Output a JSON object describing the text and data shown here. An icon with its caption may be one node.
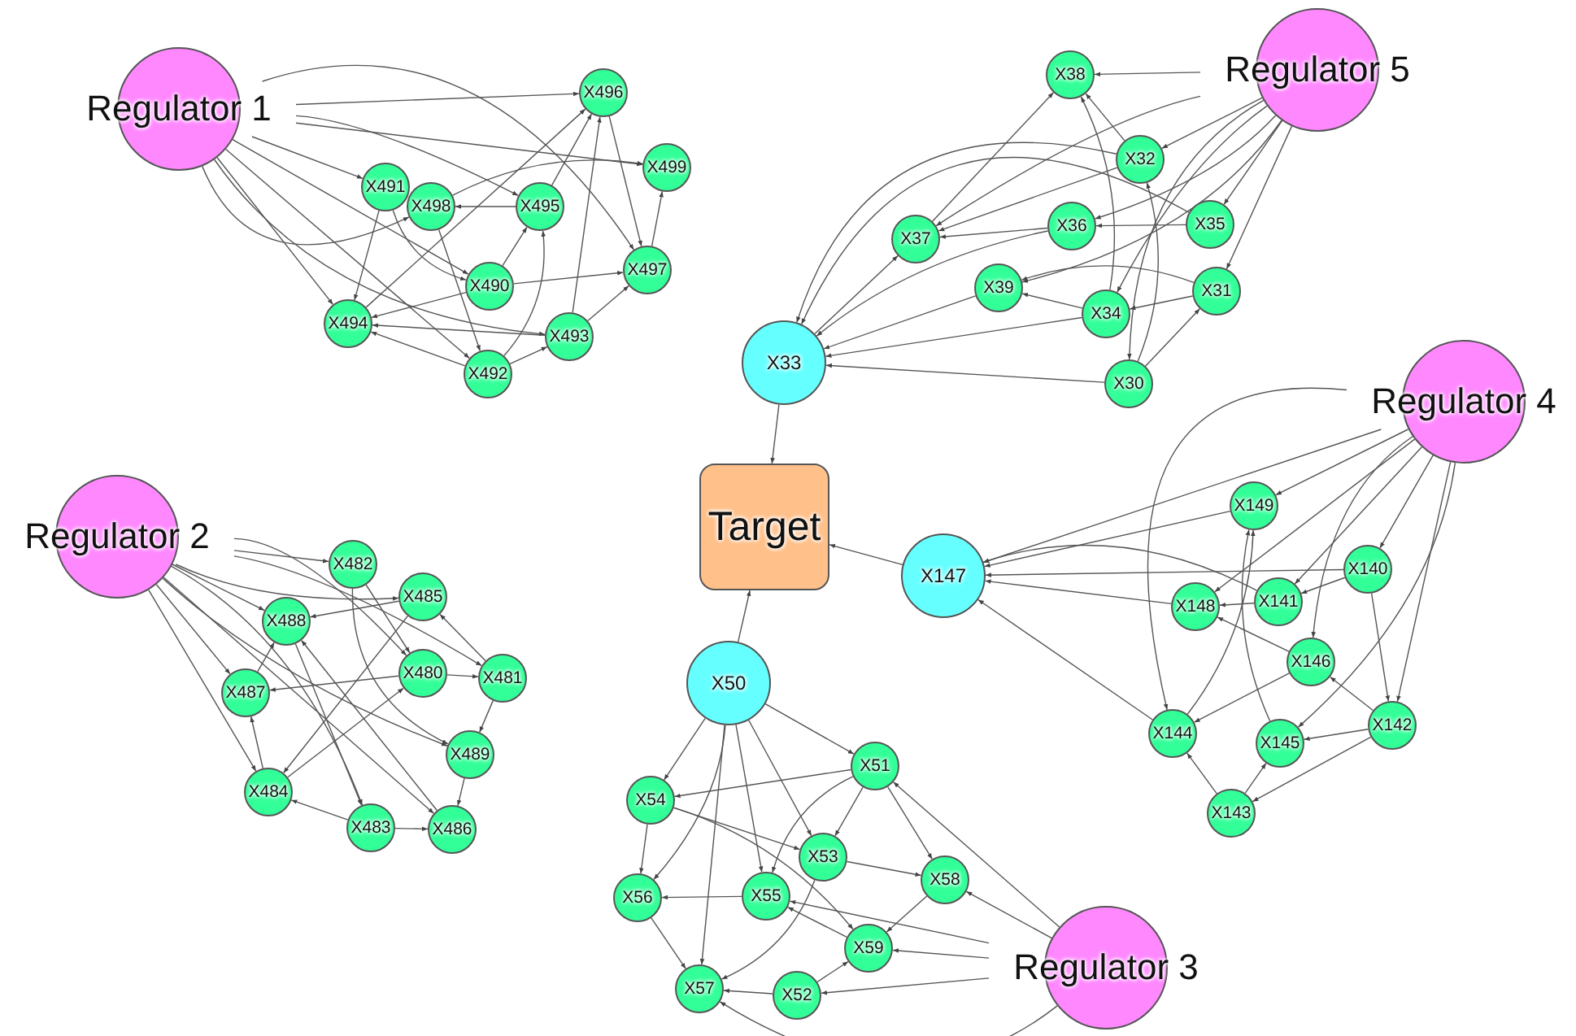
{
  "diagram": {
    "nodes": [
      {
        "text": [
          "Regulator 1"
        ]
      },
      {
        "text": [
          "X496"
        ]
      },
      {
        "text": [
          "X499"
        ]
      },
      {
        "text": [
          "X491"
        ]
      },
      {
        "text": [
          "X498"
        ]
      },
      {
        "text": [
          "X495"
        ]
      },
      {
        "text": [
          "X497"
        ]
      },
      {
        "text": [
          "X490"
        ]
      },
      {
        "text": [
          "X493"
        ]
      },
      {
        "text": [
          "X494"
        ]
      },
      {
        "text": [
          "X492"
        ]
      },
      {
        "text": [
          "Regulator 5"
        ]
      },
      {
        "text": [
          "X38"
        ]
      },
      {
        "text": [
          "X32"
        ]
      },
      {
        "text": [
          "X36"
        ]
      },
      {
        "text": [
          "X35"
        ]
      },
      {
        "text": [
          "X37"
        ]
      },
      {
        "text": [
          "X39"
        ]
      },
      {
        "text": [
          "X31"
        ]
      },
      {
        "text": [
          "X34"
        ]
      },
      {
        "text": [
          "X30"
        ]
      },
      {
        "text": [
          "X33"
        ]
      },
      {
        "text": [
          "Target"
        ]
      },
      {
        "text": [
          "Regulator 4"
        ]
      },
      {
        "text": [
          "X147"
        ]
      },
      {
        "text": [
          "X149"
        ]
      },
      {
        "text": [
          "X140"
        ]
      },
      {
        "text": [
          "X148"
        ]
      },
      {
        "text": [
          "X141"
        ]
      },
      {
        "text": [
          "X146"
        ]
      },
      {
        "text": [
          "X142"
        ]
      },
      {
        "text": [
          "X144"
        ]
      },
      {
        "text": [
          "X145"
        ]
      },
      {
        "text": [
          "X143"
        ]
      },
      {
        "text": [
          "Regulator 2"
        ]
      },
      {
        "text": [
          "X482"
        ]
      },
      {
        "text": [
          "X485"
        ]
      },
      {
        "text": [
          "X488"
        ]
      },
      {
        "text": [
          "X480"
        ]
      },
      {
        "text": [
          "X481"
        ]
      },
      {
        "text": [
          "X487"
        ]
      },
      {
        "text": [
          "X489"
        ]
      },
      {
        "text": [
          "X484"
        ]
      },
      {
        "text": [
          "X483"
        ]
      },
      {
        "text": [
          "X486"
        ]
      },
      {
        "text": [
          "X50"
        ]
      },
      {
        "text": [
          "X51"
        ]
      },
      {
        "text": [
          "X54"
        ]
      },
      {
        "text": [
          "X53"
        ]
      },
      {
        "text": [
          "X58"
        ]
      },
      {
        "text": [
          "X56"
        ]
      },
      {
        "text": [
          "X55"
        ]
      },
      {
        "text": [
          "X59"
        ]
      },
      {
        "text": [
          "X57"
        ]
      },
      {
        "text": [
          "X52"
        ]
      },
      {
        "text": [
          "Regulator 3"
        ]
      }
    ],
    "edges": [
      {
        "from": 0,
        "to": 1,
        "arrow": "to"
      },
      {
        "from": 0,
        "to": 2,
        "arrow": "to"
      },
      {
        "from": 0,
        "to": 3,
        "arrow": "to"
      },
      {
        "from": 0,
        "to": 4,
        "arrow": "to"
      },
      {
        "from": 0,
        "to": 5,
        "arrow": "to"
      },
      {
        "from": 0,
        "to": 6,
        "arrow": "to"
      },
      {
        "from": 0,
        "to": 7,
        "arrow": "to"
      },
      {
        "from": 0,
        "to": 8,
        "arrow": "to"
      },
      {
        "from": 0,
        "to": 9,
        "arrow": "to"
      },
      {
        "from": 0,
        "to": 10,
        "arrow": "to"
      },
      {
        "from": 3,
        "to": 9,
        "arrow": "to"
      },
      {
        "from": 4,
        "to": 2,
        "arrow": "to"
      },
      {
        "from": 5,
        "to": 1,
        "arrow": "to"
      },
      {
        "from": 5,
        "to": 4,
        "arrow": "to"
      },
      {
        "from": 7,
        "to": 6,
        "arrow": "to"
      },
      {
        "from": 7,
        "to": 9,
        "arrow": "to"
      },
      {
        "from": 8,
        "to": 6,
        "arrow": "to"
      },
      {
        "from": 10,
        "to": 8,
        "arrow": "to"
      },
      {
        "from": 6,
        "to": 2,
        "arrow": "to"
      },
      {
        "from": 1,
        "to": 6,
        "arrow": "to"
      },
      {
        "from": 10,
        "to": 9,
        "arrow": "to"
      },
      {
        "from": 7,
        "to": 5,
        "arrow": "to"
      },
      {
        "from": 8,
        "to": 1,
        "arrow": "to"
      },
      {
        "from": 4,
        "to": 10,
        "arrow": "to"
      },
      {
        "from": 3,
        "to": 7,
        "arrow": "to"
      },
      {
        "from": 10,
        "to": 5,
        "arrow": "to"
      },
      {
        "from": 8,
        "to": 9,
        "arrow": "to"
      },
      {
        "from": 9,
        "to": 1,
        "arrow": "to"
      },
      {
        "from": 11,
        "to": 12,
        "arrow": "to"
      },
      {
        "from": 11,
        "to": 13,
        "arrow": "to"
      },
      {
        "from": 11,
        "to": 14,
        "arrow": "to"
      },
      {
        "from": 11,
        "to": 15,
        "arrow": "to"
      },
      {
        "from": 11,
        "to": 16,
        "arrow": "to"
      },
      {
        "from": 11,
        "to": 17,
        "arrow": "to"
      },
      {
        "from": 11,
        "to": 18,
        "arrow": "to"
      },
      {
        "from": 11,
        "to": 19,
        "arrow": "to"
      },
      {
        "from": 11,
        "to": 20,
        "arrow": "to"
      },
      {
        "from": 13,
        "to": 12,
        "arrow": "to"
      },
      {
        "from": 14,
        "to": 16,
        "arrow": "to"
      },
      {
        "from": 15,
        "to": 14,
        "arrow": "to"
      },
      {
        "from": 19,
        "to": 17,
        "arrow": "to"
      },
      {
        "from": 20,
        "to": 18,
        "arrow": "to"
      },
      {
        "from": 18,
        "to": 17,
        "arrow": "to"
      },
      {
        "from": 20,
        "to": 21,
        "arrow": "to"
      },
      {
        "from": 17,
        "to": 21,
        "arrow": "to"
      },
      {
        "from": 19,
        "to": 21,
        "arrow": "to"
      },
      {
        "from": 13,
        "to": 21,
        "arrow": "to"
      },
      {
        "from": 14,
        "to": 21,
        "arrow": "to"
      },
      {
        "from": 15,
        "to": 21,
        "arrow": "to"
      },
      {
        "from": 21,
        "to": 16,
        "arrow": "to"
      },
      {
        "from": 16,
        "to": 12,
        "arrow": "to"
      },
      {
        "from": 20,
        "to": 13,
        "arrow": "to"
      },
      {
        "from": 19,
        "to": 12,
        "arrow": "to"
      },
      {
        "from": 13,
        "to": 16,
        "arrow": "to"
      },
      {
        "from": 18,
        "to": 19,
        "arrow": "to"
      },
      {
        "from": 21,
        "to": 22,
        "arrow": "to"
      },
      {
        "from": 23,
        "to": 24,
        "arrow": "to"
      },
      {
        "from": 23,
        "to": 25,
        "arrow": "to"
      },
      {
        "from": 23,
        "to": 26,
        "arrow": "to"
      },
      {
        "from": 23,
        "to": 27,
        "arrow": "to"
      },
      {
        "from": 23,
        "to": 28,
        "arrow": "to"
      },
      {
        "from": 23,
        "to": 29,
        "arrow": "to"
      },
      {
        "from": 23,
        "to": 30,
        "arrow": "to"
      },
      {
        "from": 23,
        "to": 31,
        "arrow": "to"
      },
      {
        "from": 23,
        "to": 32,
        "arrow": "to"
      },
      {
        "from": 25,
        "to": 24,
        "arrow": "to"
      },
      {
        "from": 26,
        "to": 24,
        "arrow": "to"
      },
      {
        "from": 27,
        "to": 24,
        "arrow": "to"
      },
      {
        "from": 28,
        "to": 27,
        "arrow": "to"
      },
      {
        "from": 29,
        "to": 27,
        "arrow": "to"
      },
      {
        "from": 30,
        "to": 32,
        "arrow": "to"
      },
      {
        "from": 30,
        "to": 29,
        "arrow": "to"
      },
      {
        "from": 31,
        "to": 24,
        "arrow": "to"
      },
      {
        "from": 33,
        "to": 31,
        "arrow": "to"
      },
      {
        "from": 33,
        "to": 32,
        "arrow": "to"
      },
      {
        "from": 26,
        "to": 30,
        "arrow": "to"
      },
      {
        "from": 32,
        "to": 25,
        "arrow": "to"
      },
      {
        "from": 31,
        "to": 25,
        "arrow": "to"
      },
      {
        "from": 29,
        "to": 31,
        "arrow": "to"
      },
      {
        "from": 30,
        "to": 33,
        "arrow": "to"
      },
      {
        "from": 28,
        "to": 24,
        "arrow": "to"
      },
      {
        "from": 26,
        "to": 28,
        "arrow": "to"
      },
      {
        "from": 24,
        "to": 22,
        "arrow": "to"
      },
      {
        "from": 34,
        "to": 35,
        "arrow": "to"
      },
      {
        "from": 34,
        "to": 36,
        "arrow": "to"
      },
      {
        "from": 34,
        "to": 37,
        "arrow": "to"
      },
      {
        "from": 34,
        "to": 38,
        "arrow": "to"
      },
      {
        "from": 34,
        "to": 39,
        "arrow": "to"
      },
      {
        "from": 34,
        "to": 40,
        "arrow": "to"
      },
      {
        "from": 34,
        "to": 41,
        "arrow": "to"
      },
      {
        "from": 34,
        "to": 42,
        "arrow": "to"
      },
      {
        "from": 34,
        "to": 43,
        "arrow": "to"
      },
      {
        "from": 34,
        "to": 44,
        "arrow": "to"
      },
      {
        "from": 36,
        "to": 37,
        "arrow": "to"
      },
      {
        "from": 38,
        "to": 39,
        "arrow": "to"
      },
      {
        "from": 39,
        "to": 36,
        "arrow": "to"
      },
      {
        "from": 40,
        "to": 37,
        "arrow": "to"
      },
      {
        "from": 42,
        "to": 40,
        "arrow": "to"
      },
      {
        "from": 43,
        "to": 42,
        "arrow": "to"
      },
      {
        "from": 43,
        "to": 44,
        "arrow": "to"
      },
      {
        "from": 41,
        "to": 44,
        "arrow": "to"
      },
      {
        "from": 38,
        "to": 40,
        "arrow": "to"
      },
      {
        "from": 35,
        "to": 38,
        "arrow": "to"
      },
      {
        "from": 39,
        "to": 41,
        "arrow": "to"
      },
      {
        "from": 37,
        "to": 43,
        "arrow": "to"
      },
      {
        "from": 36,
        "to": 42,
        "arrow": "to"
      },
      {
        "from": 44,
        "to": 37,
        "arrow": "to"
      },
      {
        "from": 35,
        "to": 41,
        "arrow": "to"
      },
      {
        "from": 42,
        "to": 38,
        "arrow": "to"
      },
      {
        "from": 45,
        "to": 22,
        "arrow": "to"
      },
      {
        "from": 45,
        "to": 46,
        "arrow": "to"
      },
      {
        "from": 45,
        "to": 47,
        "arrow": "to"
      },
      {
        "from": 45,
        "to": 48,
        "arrow": "to"
      },
      {
        "from": 45,
        "to": 50,
        "arrow": "to"
      },
      {
        "from": 45,
        "to": 51,
        "arrow": "to"
      },
      {
        "from": 45,
        "to": 53,
        "arrow": "to"
      },
      {
        "from": 55,
        "to": 46,
        "arrow": "to"
      },
      {
        "from": 55,
        "to": 49,
        "arrow": "to"
      },
      {
        "from": 55,
        "to": 52,
        "arrow": "to"
      },
      {
        "from": 55,
        "to": 54,
        "arrow": "to"
      },
      {
        "from": 55,
        "to": 53,
        "arrow": "to"
      },
      {
        "from": 55,
        "to": 51,
        "arrow": "to"
      },
      {
        "from": 46,
        "to": 47,
        "arrow": "to"
      },
      {
        "from": 47,
        "to": 50,
        "arrow": "to"
      },
      {
        "from": 47,
        "to": 48,
        "arrow": "to"
      },
      {
        "from": 50,
        "to": 53,
        "arrow": "to"
      },
      {
        "from": 48,
        "to": 49,
        "arrow": "to"
      },
      {
        "from": 51,
        "to": 50,
        "arrow": "to"
      },
      {
        "from": 54,
        "to": 53,
        "arrow": "to"
      },
      {
        "from": 52,
        "to": 51,
        "arrow": "to"
      },
      {
        "from": 46,
        "to": 48,
        "arrow": "to"
      },
      {
        "from": 46,
        "to": 49,
        "arrow": "to"
      },
      {
        "from": 49,
        "to": 52,
        "arrow": "to"
      },
      {
        "from": 48,
        "to": 53,
        "arrow": "to"
      },
      {
        "from": 54,
        "to": 52,
        "arrow": "to"
      },
      {
        "from": 47,
        "to": 52,
        "arrow": "to"
      },
      {
        "from": 46,
        "to": 51,
        "arrow": "to"
      }
    ]
  }
}
